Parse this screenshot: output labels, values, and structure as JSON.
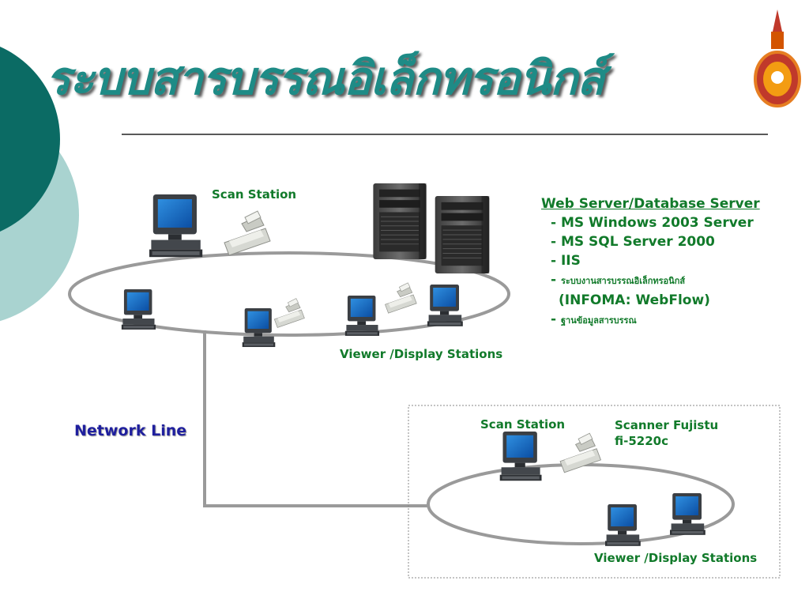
{
  "title": "ระบบสารบรรณอิเล็กทรอนิกส์",
  "labels": {
    "scan_station_top": "Scan Station",
    "viewer_top": "Viewer /Display Stations",
    "network_line": "Network Line",
    "scan_station_bottom": "Scan Station",
    "scanner_model_line1": "Scanner Fujistu",
    "scanner_model_line2": "fi-5220c",
    "viewer_bottom": "Viewer /Display Stations"
  },
  "server_info": {
    "heading": "Web Server/Database Server",
    "items": [
      "- MS Windows 2003 Server",
      "- MS SQL Server 2000",
      "- IIS"
    ],
    "dash": "-",
    "thai_system": "ระบบงานสารบรรณอิเล็กทรอนิกส์",
    "infoma": "(INFOMA: WebFlow)",
    "thai_db": "ฐานข้อมูลสารบรรณ"
  },
  "colors": {
    "title": "#1e8b86",
    "label_green": "#117a2a",
    "network_label": "#1f1f9e",
    "teal_dark": "#0b6b64",
    "teal_light": "#a9d3d0"
  }
}
